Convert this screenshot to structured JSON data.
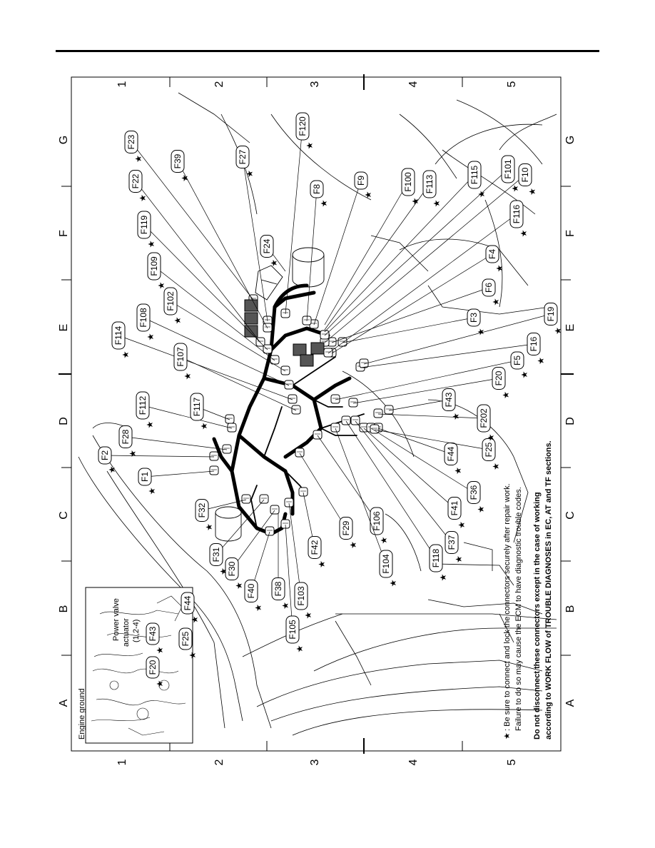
{
  "diagram": {
    "grid": {
      "numbers": [
        "1",
        "2",
        "3",
        "4",
        "5"
      ],
      "letters": [
        "A",
        "B",
        "C",
        "D",
        "E",
        "F",
        "G"
      ]
    },
    "inset": {
      "title": "Engine ground",
      "label_power_valve": "Power valve",
      "label_actuator": "actuator",
      "label_actuator_code": "(1,2-4)",
      "connectors": [
        "F20",
        "F43",
        "F25",
        "F44"
      ]
    },
    "connectors": [
      "F1",
      "F2",
      "F28",
      "F112",
      "F117",
      "F32",
      "F31",
      "F30",
      "F40",
      "F38",
      "F103",
      "F105",
      "F42",
      "F29",
      "F106",
      "F104",
      "F118",
      "F37",
      "F41",
      "F36",
      "F44",
      "F25",
      "F202",
      "F43",
      "F20",
      "F5",
      "F16",
      "F19",
      "F3",
      "F6",
      "F4",
      "F116",
      "F10",
      "F101",
      "F115",
      "F113",
      "F100",
      "F9",
      "F8",
      "F120",
      "F27",
      "F39",
      "F23",
      "F22",
      "F119",
      "F109",
      "F24",
      "F102",
      "F108",
      "F114",
      "F107"
    ],
    "notes": {
      "star": "★",
      "line1": ": Be sure to connect and lock the connectors securely after repair work.",
      "line2": "Failure to do so may cause the ECM to have diagnostic trouble codes.",
      "line3": "Do not disconnect these connectors except in the case of working",
      "line4": "according to WORK FLOW of TROUBLE DIAGNOSES in EC, AT and TF sections."
    }
  }
}
